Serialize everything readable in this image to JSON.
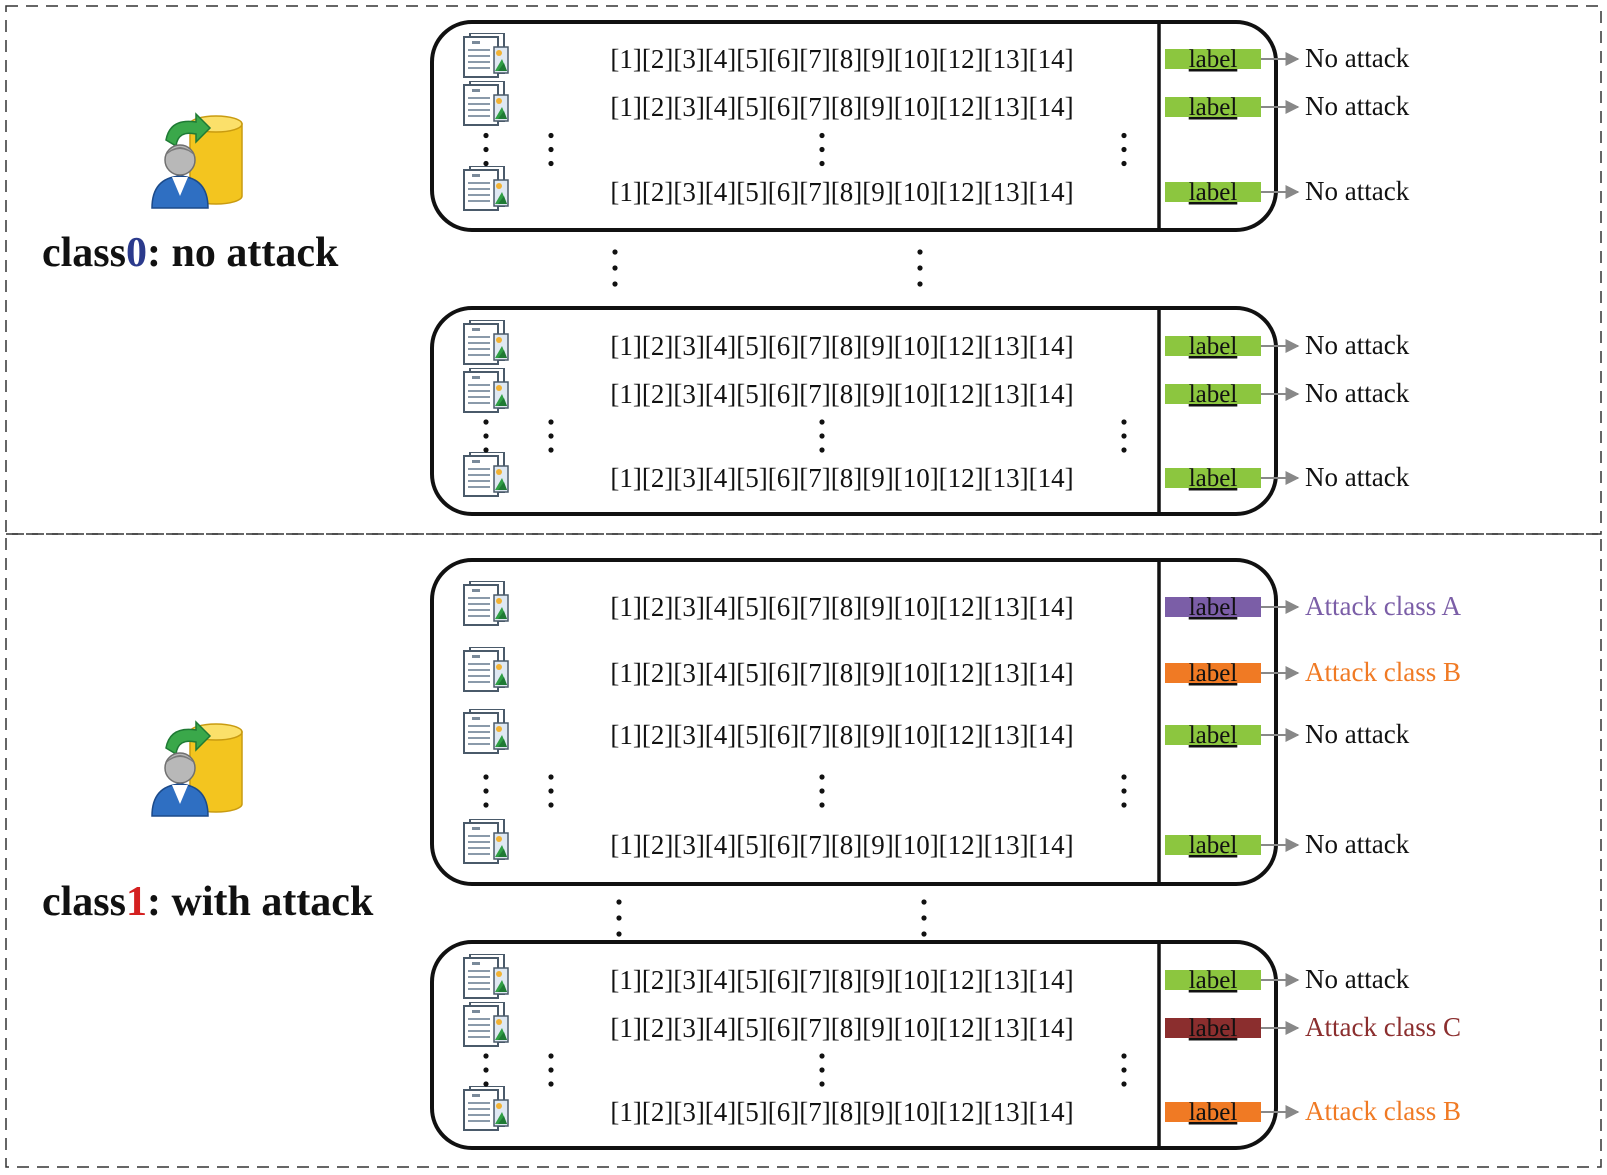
{
  "colors": {
    "label_green": "#8cc63f",
    "label_purple": "#7b5ea7",
    "label_orange": "#f07a24",
    "label_maroon": "#8b2e2e",
    "text_black": "#111111",
    "text_purple": "#7b5ea7",
    "text_orange": "#f07a24",
    "text_maroon": "#8b2e2e",
    "digit_blue": "#2b3a8c",
    "digit_red": "#d42020"
  },
  "icons": {
    "record": "document-icon",
    "class": "user-database-icon"
  },
  "sections": [
    {
      "class_prefix": "class",
      "class_digit": "0",
      "class_suffix": ": no attack",
      "class_digit_color": "#2b3a8c",
      "groups": [
        {
          "rows": [
            {
              "sequence": "[1][2][3][4][5][6][7][8][9][10][12][13][14]",
              "label": "label",
              "output": "No attack",
              "label_color": "#8cc63f",
              "output_color": "#111111"
            },
            {
              "sequence": "[1][2][3][4][5][6][7][8][9][10][12][13][14]",
              "label": "label",
              "output": "No attack",
              "label_color": "#8cc63f",
              "output_color": "#111111"
            },
            {
              "sequence": "[1][2][3][4][5][6][7][8][9][10][12][13][14]",
              "label": "label",
              "output": "No attack",
              "label_color": "#8cc63f",
              "output_color": "#111111"
            }
          ]
        },
        {
          "rows": [
            {
              "sequence": "[1][2][3][4][5][6][7][8][9][10][12][13][14]",
              "label": "label",
              "output": "No attack",
              "label_color": "#8cc63f",
              "output_color": "#111111"
            },
            {
              "sequence": "[1][2][3][4][5][6][7][8][9][10][12][13][14]",
              "label": "label",
              "output": "No attack",
              "label_color": "#8cc63f",
              "output_color": "#111111"
            },
            {
              "sequence": "[1][2][3][4][5][6][7][8][9][10][12][13][14]",
              "label": "label",
              "output": "No attack",
              "label_color": "#8cc63f",
              "output_color": "#111111"
            }
          ]
        }
      ]
    },
    {
      "class_prefix": "class",
      "class_digit": "1",
      "class_suffix": ": with attack",
      "class_digit_color": "#d42020",
      "groups": [
        {
          "rows": [
            {
              "sequence": "[1][2][3][4][5][6][7][8][9][10][12][13][14]",
              "label": "label",
              "output": "Attack class A",
              "label_color": "#7b5ea7",
              "output_color": "#7b5ea7"
            },
            {
              "sequence": "[1][2][3][4][5][6][7][8][9][10][12][13][14]",
              "label": "label",
              "output": "Attack class B",
              "label_color": "#f07a24",
              "output_color": "#f07a24"
            },
            {
              "sequence": "[1][2][3][4][5][6][7][8][9][10][12][13][14]",
              "label": "label",
              "output": "No attack",
              "label_color": "#8cc63f",
              "output_color": "#111111"
            },
            {
              "sequence": "[1][2][3][4][5][6][7][8][9][10][12][13][14]",
              "label": "label",
              "output": "No attack",
              "label_color": "#8cc63f",
              "output_color": "#111111"
            }
          ]
        },
        {
          "rows": [
            {
              "sequence": "[1][2][3][4][5][6][7][8][9][10][12][13][14]",
              "label": "label",
              "output": "No attack",
              "label_color": "#8cc63f",
              "output_color": "#111111"
            },
            {
              "sequence": "[1][2][3][4][5][6][7][8][9][10][12][13][14]",
              "label": "label",
              "output": "Attack class C",
              "label_color": "#8b2e2e",
              "output_color": "#8b2e2e"
            },
            {
              "sequence": "[1][2][3][4][5][6][7][8][9][10][12][13][14]",
              "label": "label",
              "output": "Attack class B",
              "label_color": "#f07a24",
              "output_color": "#f07a24"
            }
          ]
        }
      ]
    }
  ]
}
